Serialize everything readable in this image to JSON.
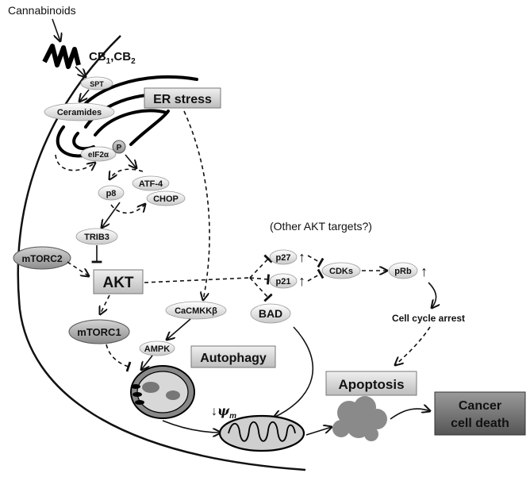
{
  "labels": {
    "cannabinoids": "Cannabinoids",
    "cb": "CB",
    "cb1_sub": "1",
    "cb_sep": ",CB",
    "cb2_sub": "2",
    "spt": "SPT",
    "ceramides": "Ceramides",
    "er_stress": "ER stress",
    "eif2a": "eIF2α",
    "p": "P",
    "atf4": "ATF-4",
    "chop": "CHOP",
    "p8": "p8",
    "trib3": "TRIB3",
    "mtorc2": "mTORC2",
    "akt": "AKT",
    "mtorc1": "mTORC1",
    "camkk": "CaCMKKβ",
    "ampk": "AMPK",
    "autophagy": "Autophagy",
    "other_akt": "(Other AKT targets?)",
    "p27": "p27",
    "p21": "p21",
    "bad": "BAD",
    "cdks": "CDKs",
    "prb": "pRb",
    "cell_cycle_arrest": "Cell cycle arrest",
    "apoptosis": "Apoptosis",
    "psi_arrow": "↓",
    "psi": "ψ",
    "psi_sub": "m",
    "cancer_line1": "Cancer",
    "cancer_line2": "cell death",
    "up_arrow": "↑"
  }
}
